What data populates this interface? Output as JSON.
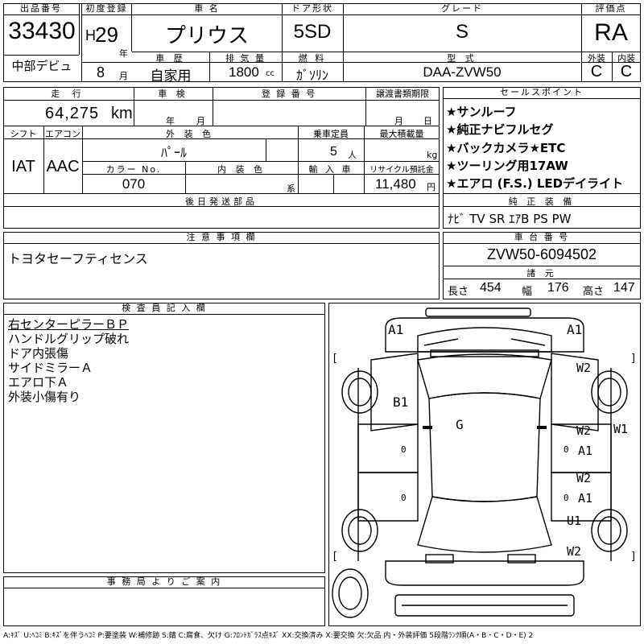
{
  "top": {
    "lot_label": "出品番号",
    "lot": "33430",
    "first_reg_label": "初度登録",
    "era": "H",
    "year": "29",
    "year_unit": "年",
    "month": "8",
    "month_unit": "月",
    "car_name_label": "車 名",
    "car_name": "プリウス",
    "door_label": "ドア形状",
    "door": "5SD",
    "grade_label": "グレード",
    "grade": "S",
    "score_label": "評価点",
    "score": "RA",
    "debut": "中部デビュ",
    "history_label": "車 歴",
    "history": "自家用",
    "disp_label": "排 気 量",
    "disp": "1800",
    "disp_unit": "cc",
    "fuel_label": "燃 料",
    "fuel": "ｶﾞｿﾘﾝ",
    "model_label": "型 式",
    "model": "DAA-ZVW50",
    "ext_label": "外装",
    "ext": "C",
    "int_label": "内装",
    "int": "C"
  },
  "mid": {
    "mileage_label": "走 行",
    "mileage": "64,275",
    "mileage_unit": "km",
    "inspection_label": "車 検",
    "insp_year_unit": "年",
    "insp_month_unit": "月",
    "plate_label": "登 録 番 号",
    "transfer_label": "譲渡書類期限",
    "transfer_month_unit": "月",
    "transfer_day_unit": "日",
    "shift_label": "シフト",
    "shift": "IAT",
    "ac_label": "エアコン",
    "ac": "AAC",
    "color_label": "外 装 色",
    "color": "ﾊﾟｰﾙ",
    "capacity_label": "乗車定員",
    "capacity": "5",
    "capacity_unit": "人",
    "load_label": "最大積載量",
    "load_unit": "kg",
    "color_no_label": "カラー No.",
    "color_no": "070",
    "int_color_label": "内 装 色",
    "int_color_unit": "系",
    "import_label": "輸 入 車",
    "recycle_label": "リサイクル預託金",
    "recycle": "11,480",
    "recycle_unit": "円",
    "later_parts_label": "後日発送部品"
  },
  "sales": {
    "label": "セールスポイント",
    "points": [
      "★サンルーフ",
      "★純正ナビフルセグ",
      "★バックカメラ★ETC",
      "★ツーリング用17AW",
      "★エアロ (F.S.) LEDデイライト"
    ]
  },
  "equip": {
    "label": "純 正 装 備",
    "items": "ﾅﾋﾞ TV SR ｴｱB PS PW"
  },
  "caution": {
    "label": "注 意 事 項 欄",
    "text": "トヨタセーフティセンス"
  },
  "chassis": {
    "label": "車 台 番 号",
    "number": "ZVW50-6094502"
  },
  "dims": {
    "label": "諸 元",
    "length_label": "長さ",
    "length": "454",
    "width_label": "幅",
    "width": "176",
    "height_label": "高さ",
    "height": "147"
  },
  "inspector": {
    "label": "検 査 員 記 入 欄",
    "lines": [
      "右センターピラーＢＰ",
      "ハンドルグリップ破れ",
      "ドア内張傷",
      "サイドミラーＡ",
      "エアロ下Ａ",
      "外装小傷有り"
    ]
  },
  "office": {
    "label": "事 務 局 よ り ご 案 内"
  },
  "diagram": {
    "marks": {
      "a1_left": "A1",
      "a1_right": "A1",
      "w2_top": "W2",
      "b1": "B1",
      "g": "G",
      "w1": "W1",
      "w2_door1": "W2",
      "a1_door1": "A1",
      "w2_door2": "W2",
      "a1_door2": "A1",
      "u1": "U1",
      "w2_rear": "W2"
    },
    "bracket_l1": "[",
    "bracket_r1": "]",
    "bracket_l2": "[",
    "bracket_r2": "]",
    "zero_l1": "0",
    "zero_l2": "0",
    "zero_r1": "0",
    "zero_r2": "0"
  },
  "legend": "A:ｷｽﾞ U:ﾍｺﾐ B:ｷｽﾞを伴うﾍｺﾐ P:要塗装 W:補修跡 S:錆 C:腐食、欠け G:ﾌﾛﾝﾄｶﾞﾗｽ点ｷｽﾞ XX:交換済み X:要交換 欠:欠品 内・外装評価 5段階ﾗﾝｸ順(A・B・C・D・E) 2"
}
